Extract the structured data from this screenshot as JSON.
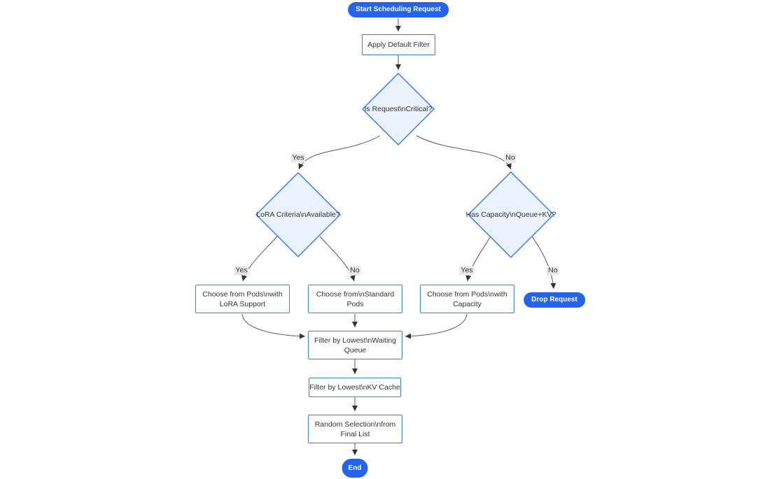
{
  "diagram": {
    "type": "flowchart",
    "direction": "top-down",
    "nodes": {
      "start": {
        "shape": "stadium",
        "label": "Start Scheduling Request",
        "lines": [
          "Start Scheduling Request"
        ]
      },
      "apply_default_filter": {
        "shape": "rectangle",
        "label": "Apply Default Filter",
        "lines": [
          "Apply Default Filter"
        ]
      },
      "is_critical": {
        "shape": "diamond",
        "label": "Is Request\\nCritical?",
        "lines": [
          "Is Request\\nCritical?"
        ]
      },
      "lora_criteria": {
        "shape": "diamond",
        "label": "LoRA Criteria\\nAvailable?",
        "lines": [
          "LoRA Criteria\\nAvailable?"
        ]
      },
      "has_capacity": {
        "shape": "diamond",
        "label": "Has Capacity\\nQueue+KV?",
        "lines": [
          "Has Capacity\\nQueue+KV?"
        ]
      },
      "choose_lora_pods": {
        "shape": "rectangle",
        "label": "Choose from Pods\\nwith LoRA Support",
        "lines": [
          "Choose from Pods\\nwith",
          "LoRA Support"
        ]
      },
      "choose_standard_pods": {
        "shape": "rectangle",
        "label": "Choose from\\nStandard Pods",
        "lines": [
          "Choose from\\nStandard",
          "Pods"
        ]
      },
      "choose_capacity_pods": {
        "shape": "rectangle",
        "label": "Choose from Pods\\nwith Capacity",
        "lines": [
          "Choose from Pods\\nwith",
          "Capacity"
        ]
      },
      "drop_request": {
        "shape": "stadium",
        "label": "Drop Request",
        "lines": [
          "Drop Request"
        ]
      },
      "filter_waiting_queue": {
        "shape": "rectangle",
        "label": "Filter by Lowest\\nWaiting Queue",
        "lines": [
          "Filter by Lowest\\nWaiting",
          "Queue"
        ]
      },
      "filter_kv_cache": {
        "shape": "rectangle",
        "label": "Filter by Lowest\\nKV Cache",
        "lines": [
          "Filter by Lowest\\nKV Cache"
        ]
      },
      "random_selection": {
        "shape": "rectangle",
        "label": "Random Selection\\nfrom Final List",
        "lines": [
          "Random Selection\\nfrom",
          "Final List"
        ]
      },
      "end": {
        "shape": "stadium",
        "label": "End",
        "lines": [
          "End"
        ]
      }
    },
    "edges": [
      {
        "from": "start",
        "to": "apply_default_filter",
        "label": ""
      },
      {
        "from": "apply_default_filter",
        "to": "is_critical",
        "label": ""
      },
      {
        "from": "is_critical",
        "to": "lora_criteria",
        "label": "Yes"
      },
      {
        "from": "is_critical",
        "to": "has_capacity",
        "label": "No"
      },
      {
        "from": "lora_criteria",
        "to": "choose_lora_pods",
        "label": "Yes"
      },
      {
        "from": "lora_criteria",
        "to": "choose_standard_pods",
        "label": "No"
      },
      {
        "from": "has_capacity",
        "to": "choose_capacity_pods",
        "label": "Yes"
      },
      {
        "from": "has_capacity",
        "to": "drop_request",
        "label": "No"
      },
      {
        "from": "choose_lora_pods",
        "to": "filter_waiting_queue",
        "label": ""
      },
      {
        "from": "choose_standard_pods",
        "to": "filter_waiting_queue",
        "label": ""
      },
      {
        "from": "choose_capacity_pods",
        "to": "filter_waiting_queue",
        "label": ""
      },
      {
        "from": "filter_waiting_queue",
        "to": "filter_kv_cache",
        "label": ""
      },
      {
        "from": "filter_kv_cache",
        "to": "random_selection",
        "label": ""
      },
      {
        "from": "random_selection",
        "to": "end",
        "label": ""
      }
    ]
  },
  "colors": {
    "accent": "#2563eb",
    "node_border": "#3f7ce8",
    "decision_fill": "#e9f2fd",
    "edge": "#555555",
    "label_bg": "#e8e8e8",
    "text": "#333333"
  }
}
